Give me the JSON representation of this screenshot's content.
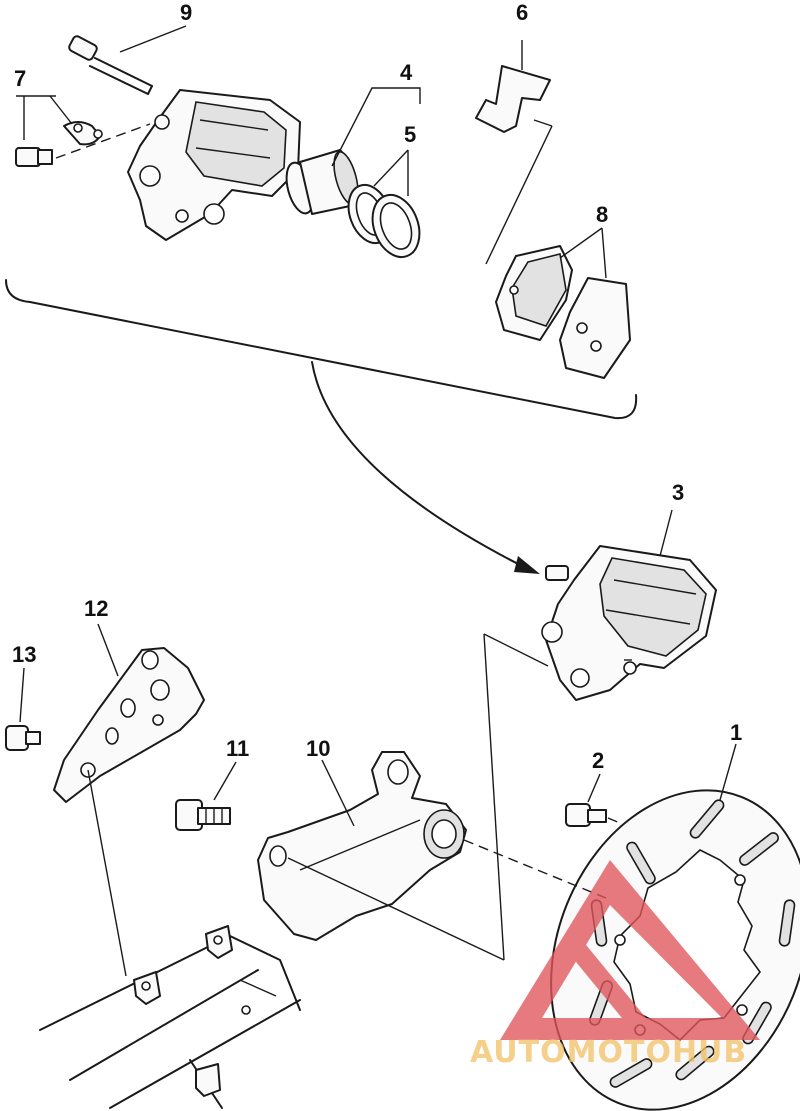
{
  "diagram": {
    "callouts": [
      {
        "id": "1",
        "label": "1"
      },
      {
        "id": "2",
        "label": "2"
      },
      {
        "id": "3",
        "label": "3"
      },
      {
        "id": "4",
        "label": "4"
      },
      {
        "id": "5",
        "label": "5"
      },
      {
        "id": "6",
        "label": "6"
      },
      {
        "id": "7",
        "label": "7"
      },
      {
        "id": "8",
        "label": "8"
      },
      {
        "id": "9",
        "label": "9"
      },
      {
        "id": "10",
        "label": "10"
      },
      {
        "id": "11",
        "label": "11"
      },
      {
        "id": "12",
        "label": "12"
      },
      {
        "id": "13",
        "label": "13"
      }
    ]
  },
  "watermark": {
    "text": "AUTOMOTOHUB",
    "colors": {
      "triangle": "#e0555a",
      "text": "#f2c36b"
    }
  }
}
